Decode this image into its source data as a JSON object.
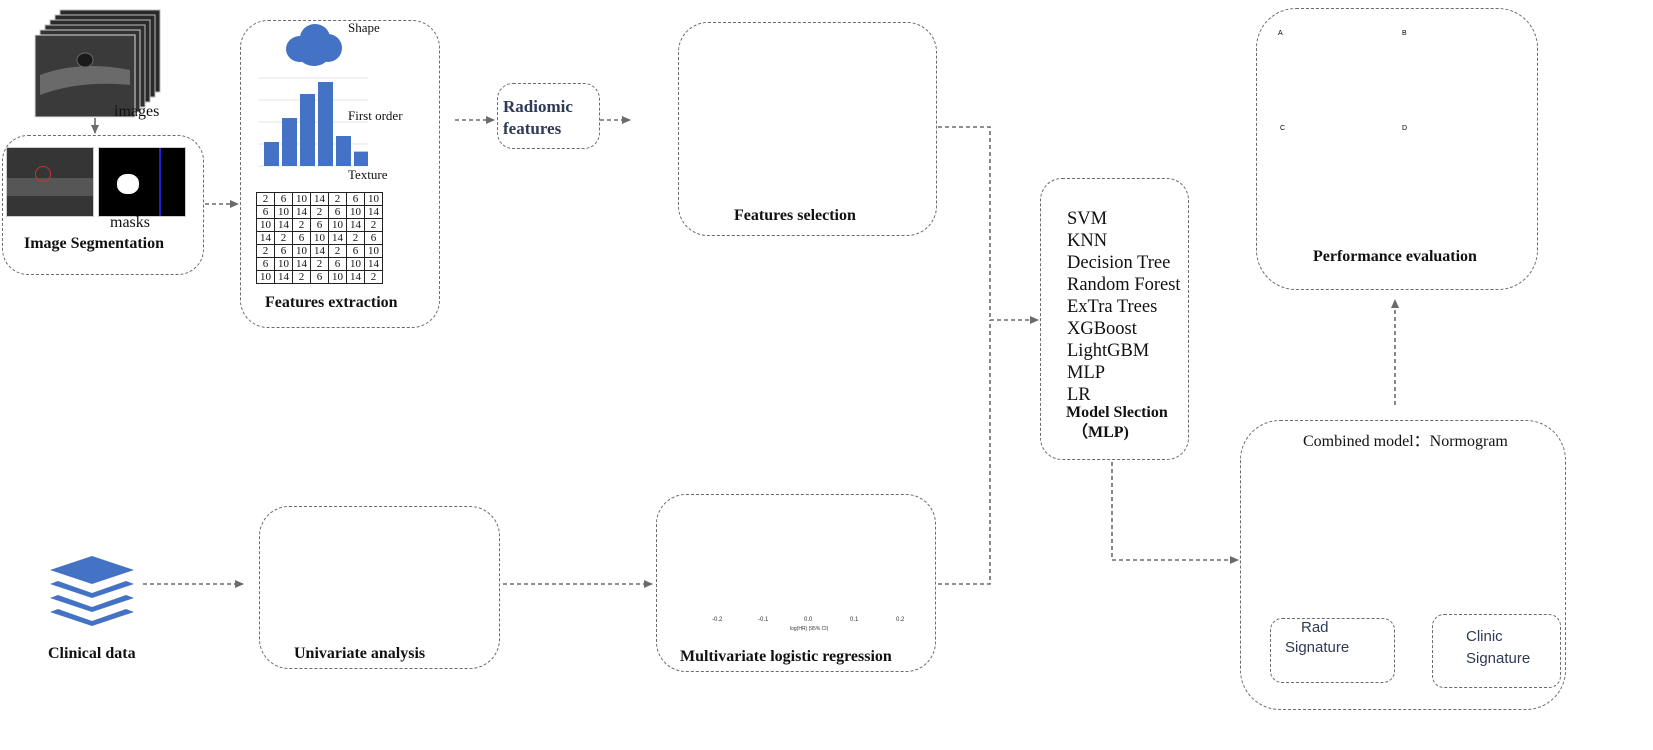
{
  "colors": {
    "accent_blue": "#4472c4",
    "arrow_gray": "#6b6b6b",
    "axis_ink": "#333333"
  },
  "segmentation": {
    "images_label": "images",
    "masks_label": "masks",
    "title": "Image Segmentation"
  },
  "extraction": {
    "shape_label": "Shape",
    "first_order_label": "First order",
    "texture_label": "Texture",
    "title": "Features extraction",
    "texture_matrix": [
      [
        "2",
        "6",
        "10",
        "14",
        "2",
        "6",
        "10"
      ],
      [
        "6",
        "10",
        "14",
        "2",
        "6",
        "10",
        "14"
      ],
      [
        "10",
        "14",
        "2",
        "6",
        "10",
        "14",
        "2"
      ],
      [
        "14",
        "2",
        "6",
        "10",
        "14",
        "2",
        "6"
      ],
      [
        "2",
        "6",
        "10",
        "14",
        "2",
        "6",
        "10"
      ],
      [
        "6",
        "10",
        "14",
        "2",
        "6",
        "10",
        "14"
      ],
      [
        "10",
        "14",
        "2",
        "6",
        "10",
        "14",
        "2"
      ]
    ],
    "histogram_values": [
      2,
      4,
      6,
      7,
      2.5,
      1.2
    ]
  },
  "radiomic": {
    "label_line1": "Radiomic",
    "label_line2": "features"
  },
  "selection": {
    "title": "Features selection"
  },
  "models": {
    "items": [
      "SVM",
      "KNN",
      "Decision Tree",
      "Random Forest",
      "ExTra Trees",
      "XGBoost",
      "LightGBM",
      "MLP",
      "LR"
    ],
    "selection_line1": "Model Slection",
    "selection_line2": "（MLP)"
  },
  "performance": {
    "title": "Performance evaluation",
    "panel_letters": [
      "A",
      "B",
      "C",
      "D"
    ]
  },
  "nomogram": {
    "title": "Combined model：Normogram",
    "rad_signature_line1": "Rad",
    "rad_signature_line2": "Signature",
    "clinic_signature_line1": "Clinic",
    "clinic_signature_line2": "Signature"
  },
  "clinical": {
    "title": "Clinical data"
  },
  "univariate": {
    "title": "Univariate analysis"
  },
  "multivariate": {
    "title": "Multivariate logistic regression",
    "xaxis_label": "log(HR) (95% CI)",
    "xticks": [
      "-0.2",
      "-0.1",
      "0.0",
      "0.1",
      "0.2"
    ]
  }
}
